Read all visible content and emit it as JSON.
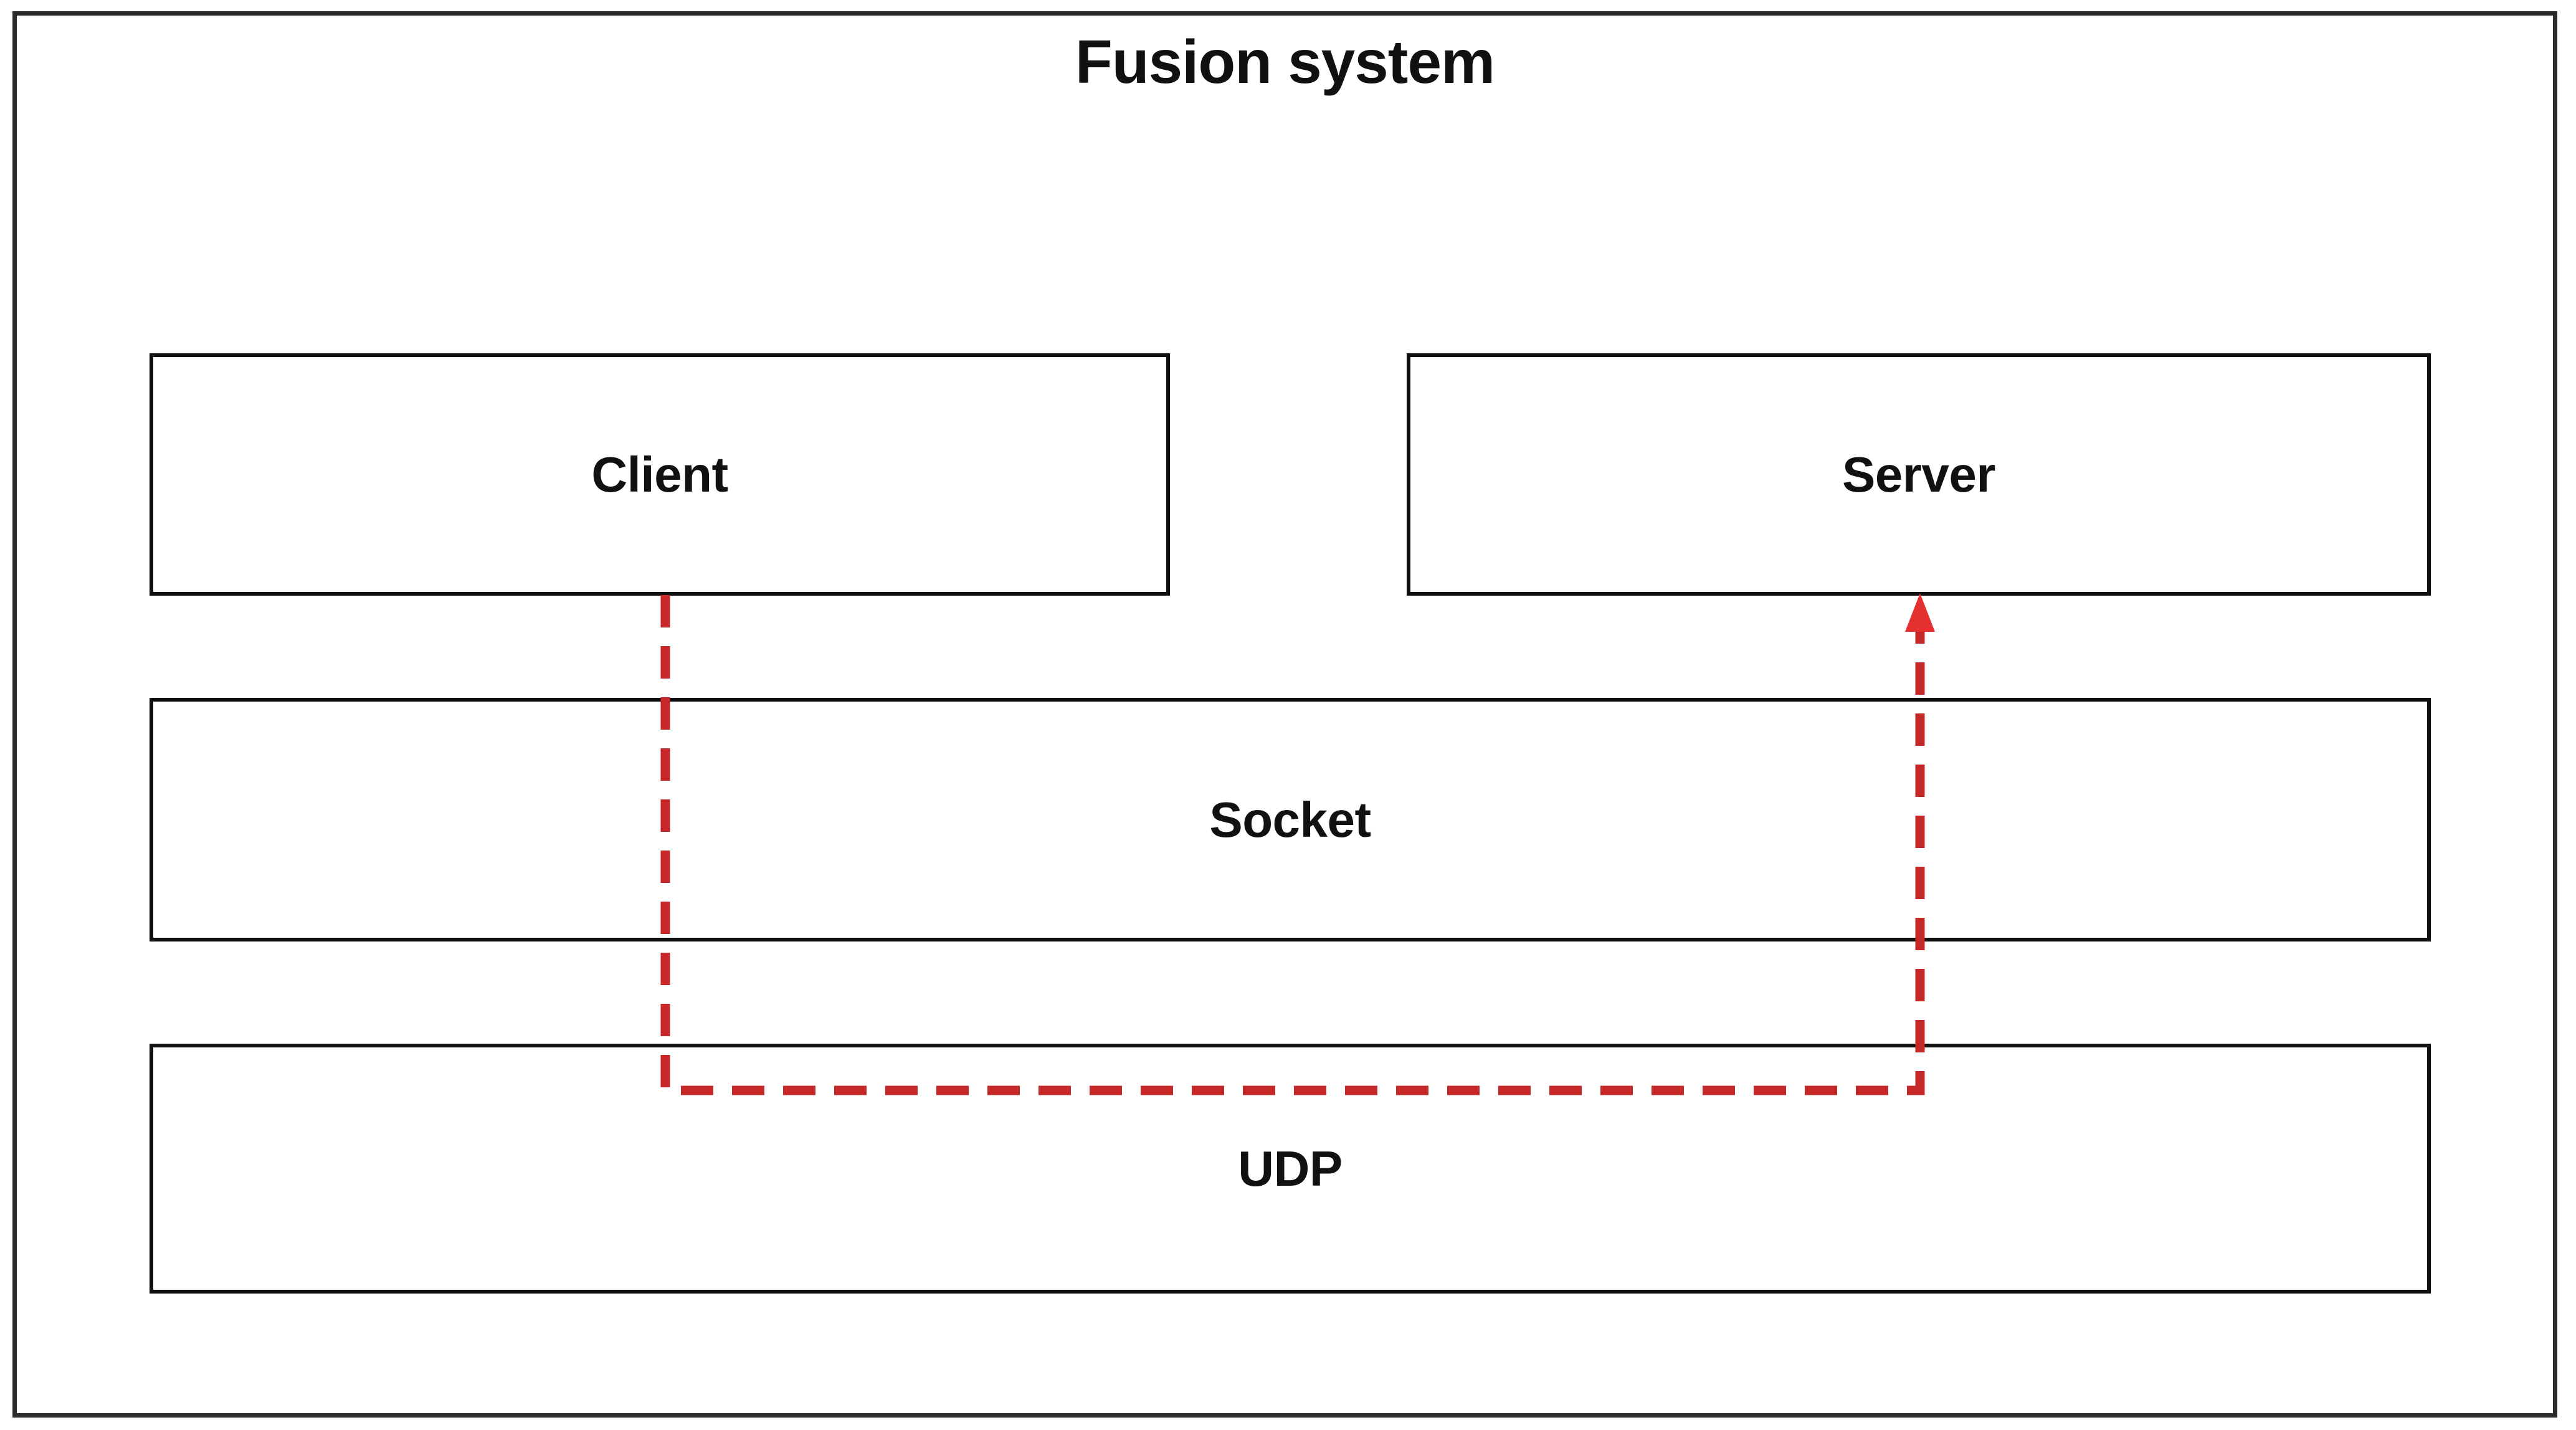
{
  "figure": {
    "title": "Fusion system",
    "border_color": "#2b2b2b",
    "background_color": "#ffffff"
  },
  "layers": [
    {
      "name": "client",
      "label": "Client",
      "border_color": "#111111",
      "text_color": "#111111"
    },
    {
      "name": "server",
      "label": "Server",
      "border_color": "#111111",
      "text_color": "#111111"
    },
    {
      "name": "socket",
      "label": "Socket",
      "border_color": "#111111",
      "text_color": "#111111"
    },
    {
      "name": "udp",
      "label": "UDP",
      "border_color": "#111111",
      "text_color": "#111111"
    }
  ],
  "flow": {
    "name": "client-to-server-datagram-path",
    "style": "dashed",
    "color": "#C62828",
    "arrowhead_color": "#E53030",
    "from": "client",
    "to": "server",
    "via": "udp"
  }
}
